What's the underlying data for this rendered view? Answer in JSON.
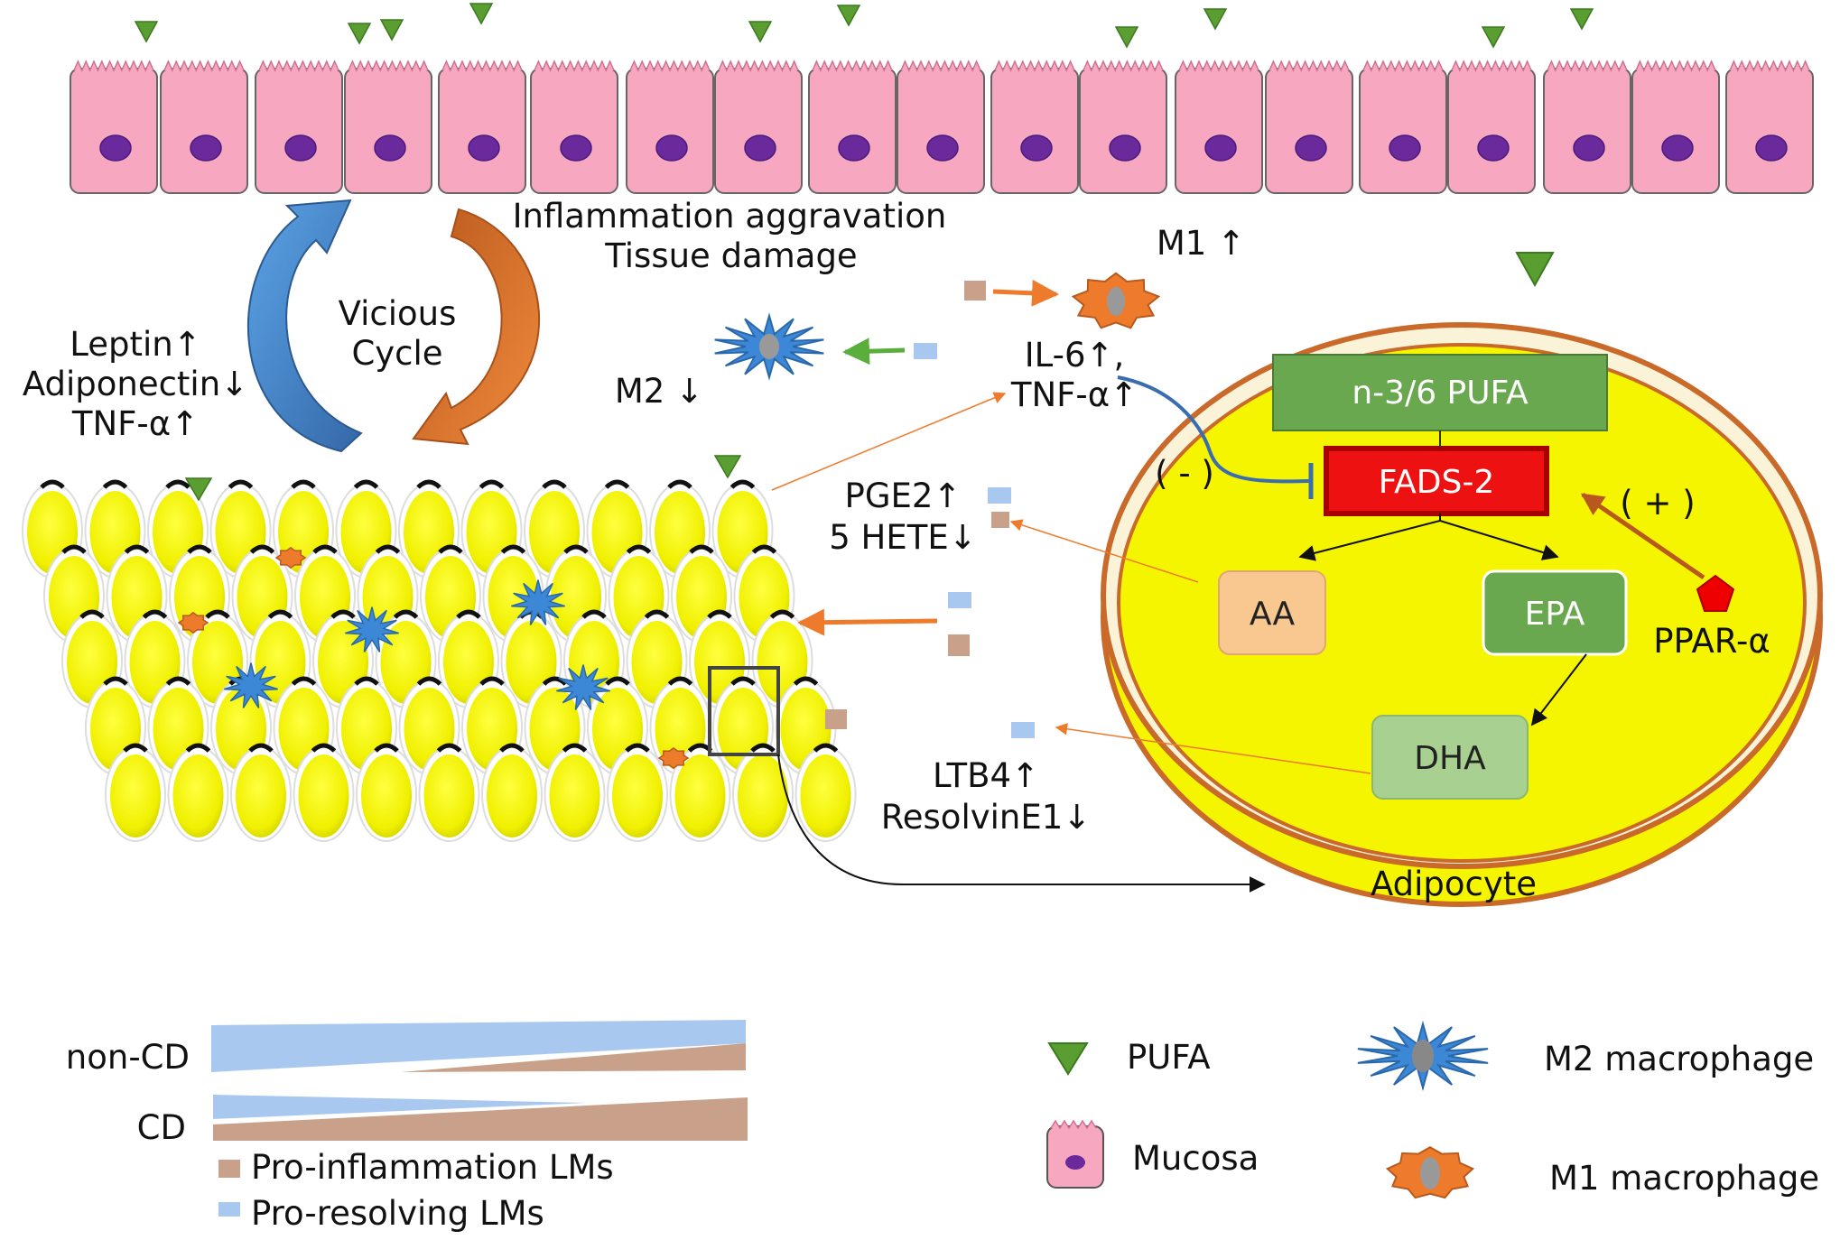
{
  "diagram": {
    "effect_labels": {
      "inflammation": "Inflammation aggravation",
      "tissue_damage": "Tissue damage",
      "m1": "M1 ↑",
      "m2": "M2 ↓",
      "vicious": "Vicious",
      "cycle": "Cycle",
      "leptin": "Leptin↑",
      "adiponectin": "Adiponectin↓",
      "tnf_left": "TNF-α↑",
      "il6": "IL-6↑,",
      "tnf_right": "TNF-α↑",
      "pge2": "PGE2↑",
      "hete": "5 HETE↓",
      "ltb4": "LTB4↑",
      "resolvin": "ResolvinE1↓"
    },
    "adipocyte": {
      "title": "Adipocyte",
      "pufa_box": "n-3/6 PUFA",
      "fads_box": "FADS-2",
      "aa_box": "AA",
      "epa_box": "EPA",
      "dha_box": "DHA",
      "ppar": "PPAR-α",
      "neg_sign": "( - )",
      "pos_sign": "( + )"
    },
    "gradient_legend": {
      "non_cd": "non-CD",
      "cd": "CD",
      "pro_inflammation": "Pro-inflammation LMs",
      "pro_resolving": "Pro-resolving LMs"
    },
    "symbol_legend": {
      "pufa": "PUFA",
      "mucosa": "Mucosa",
      "m2": "M2 macrophage",
      "m1": "M1 macrophage"
    },
    "colors": {
      "mucosa_cell": "#f7a8c0",
      "nucleus": "#6a2a9c",
      "adipocyte_fill": "#f5f500",
      "adipocyte_rim": "#c9692a",
      "pufa_green": "#5a9e32",
      "fads_red": "#ee1111",
      "m1_orange": "#ee7a2c",
      "m2_blue": "#3d88d6",
      "pro_inflammation_tan": "#c9a08a",
      "pro_resolving_blue": "#a8c8f0",
      "ppar_red": "#ee0000",
      "aa_orange": "#f8c890",
      "dha_green": "#a8d090"
    }
  }
}
